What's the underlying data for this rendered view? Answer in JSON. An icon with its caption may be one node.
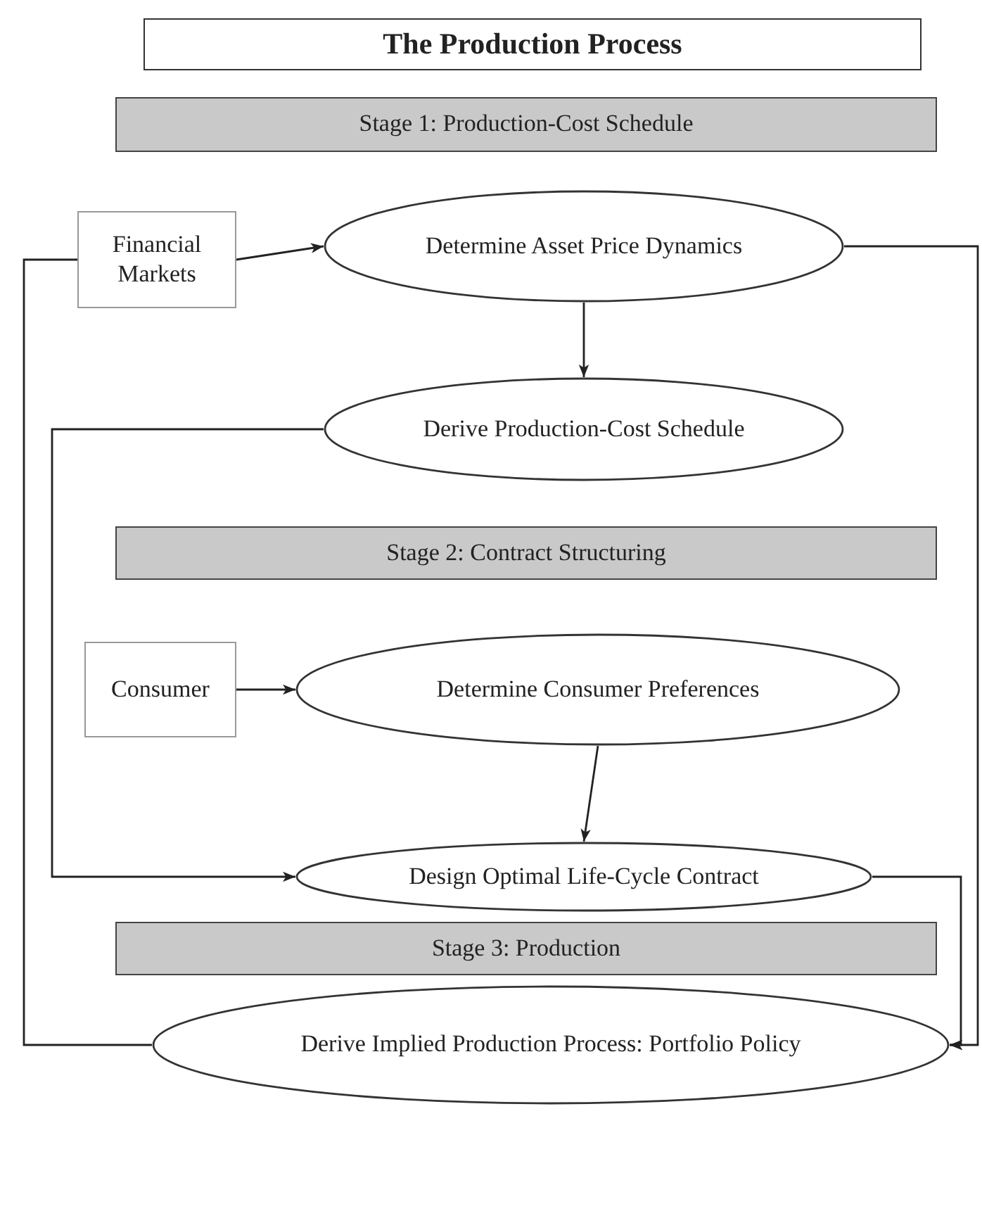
{
  "diagram": {
    "title": "The Production Process",
    "nodes": [
      {
        "text": [
          "Stage 1: Production-Cost Schedule"
        ]
      },
      {
        "text": [
          "Financial Markets"
        ]
      },
      {
        "text": [
          "Determine Asset Price Dynamics"
        ]
      },
      {
        "text": [
          "Derive Production-Cost Schedule"
        ]
      },
      {
        "text": [
          "Stage 2: Contract Structuring"
        ]
      },
      {
        "text": [
          "Consumer"
        ]
      },
      {
        "text": [
          "Determine Consumer Preferences"
        ]
      },
      {
        "text": [
          "Design Optimal Life-Cycle Contract"
        ]
      },
      {
        "text": [
          "Stage 3: Production"
        ]
      },
      {
        "text": [
          "Derive Implied Production Process: Portfolio Policy"
        ]
      }
    ],
    "edges": [
      {
        "from": 1,
        "to": 2,
        "arrow": "to"
      },
      {
        "from": 2,
        "to": 3,
        "arrow": "to"
      },
      {
        "from": 2,
        "to": 9,
        "arrow": "to"
      },
      {
        "from": 3,
        "to": 7,
        "arrow": "to"
      },
      {
        "from": 5,
        "to": 6,
        "arrow": "to"
      },
      {
        "from": 6,
        "to": 7,
        "arrow": "to"
      },
      {
        "from": 7,
        "to": 9,
        "arrow": "to"
      },
      {
        "from": 9,
        "to": 1,
        "arrow": "to"
      }
    ]
  }
}
